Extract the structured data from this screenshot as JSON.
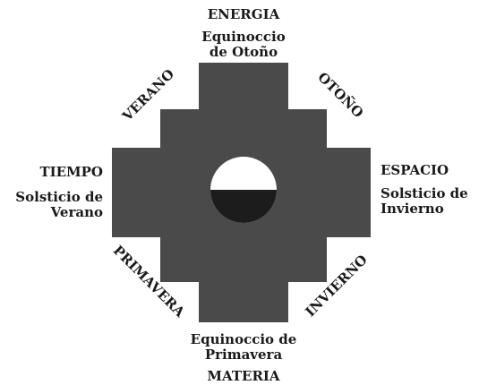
{
  "diagram": {
    "colors": {
      "cross": "#4a4a4a",
      "circle_top": "#ffffff",
      "circle_bottom": "#1c1c1c",
      "text": "#1a1a1a"
    },
    "top_label": "ENERGIA",
    "top_event": {
      "line1": "Equinoccio",
      "line2": "de Otoño"
    },
    "bottom_label": "MATERIA",
    "bottom_event": {
      "line1": "Equinoccio de",
      "line2": "Primavera"
    },
    "left_label": "TIEMPO",
    "left_event": {
      "line1": "Solsticio de",
      "line2": "Verano"
    },
    "right_label": "ESPACIO",
    "right_event": {
      "line1": "Solsticio de",
      "line2": "Invierno"
    },
    "seasons": {
      "top_left": "VERANO",
      "top_right": "OTOÑO",
      "bottom_left": "PRIMAVERA",
      "bottom_right": "INVIERNO"
    },
    "shape": "chakana-cross",
    "center_icon": "half-dark-circle"
  }
}
